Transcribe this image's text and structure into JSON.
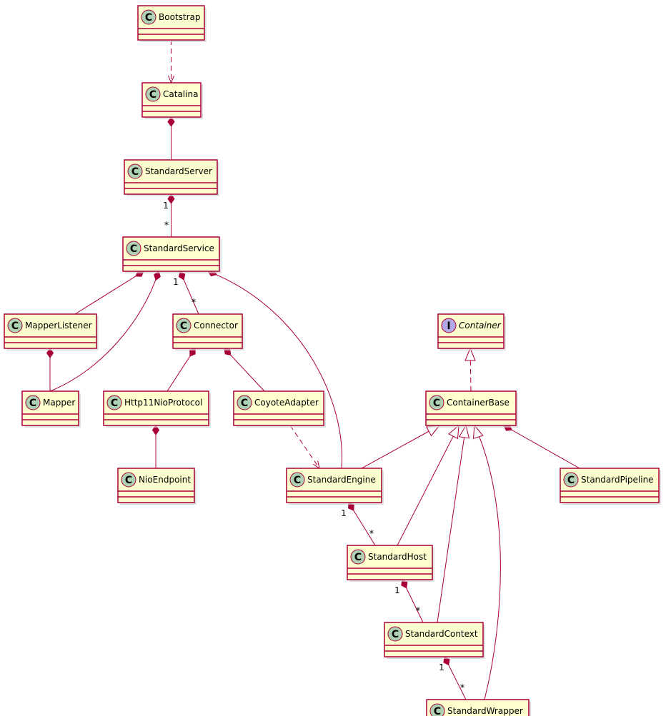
{
  "colors": {
    "class_fill": "#FEFECE",
    "class_border": "#A80036",
    "edge": "#A80036",
    "class_badge": "#ADD1B2",
    "interface_badge": "#B4A7E5",
    "text": "#000000"
  },
  "nodes": [
    {
      "id": "bootstrap",
      "kind": "class",
      "label": "Bootstrap"
    },
    {
      "id": "catalina",
      "kind": "class",
      "label": "Catalina"
    },
    {
      "id": "standard-server",
      "kind": "class",
      "label": "StandardServer"
    },
    {
      "id": "standard-service",
      "kind": "class",
      "label": "StandardService"
    },
    {
      "id": "mapper-listener",
      "kind": "class",
      "label": "MapperListener"
    },
    {
      "id": "connector",
      "kind": "class",
      "label": "Connector"
    },
    {
      "id": "mapper",
      "kind": "class",
      "label": "Mapper"
    },
    {
      "id": "http11-nio-protocol",
      "kind": "class",
      "label": "Http11NioProtocol"
    },
    {
      "id": "coyote-adapter",
      "kind": "class",
      "label": "CoyoteAdapter"
    },
    {
      "id": "nio-endpoint",
      "kind": "class",
      "label": "NioEndpoint"
    },
    {
      "id": "container",
      "kind": "interface",
      "label": "Container"
    },
    {
      "id": "container-base",
      "kind": "class",
      "label": "ContainerBase"
    },
    {
      "id": "standard-engine",
      "kind": "class",
      "label": "StandardEngine"
    },
    {
      "id": "standard-pipeline",
      "kind": "class",
      "label": "StandardPipeline"
    },
    {
      "id": "standard-host",
      "kind": "class",
      "label": "StandardHost"
    },
    {
      "id": "standard-context",
      "kind": "class",
      "label": "StandardContext"
    },
    {
      "id": "standard-wrapper",
      "kind": "class",
      "label": "StandardWrapper"
    }
  ],
  "edges": [
    {
      "id": "bootstrap-catalina",
      "type": "dependency",
      "from": "bootstrap",
      "to": "catalina"
    },
    {
      "id": "catalina-server",
      "type": "composition",
      "from": "catalina",
      "to": "standard-server"
    },
    {
      "id": "server-service",
      "type": "composition",
      "from": "standard-server",
      "to": "standard-service",
      "from_label": "1",
      "to_label": "*"
    },
    {
      "id": "service-mapperlistener",
      "type": "composition",
      "from": "standard-service",
      "to": "mapper-listener"
    },
    {
      "id": "service-mapper",
      "type": "composition",
      "from": "standard-service",
      "to": "mapper"
    },
    {
      "id": "service-connector",
      "type": "composition",
      "from": "standard-service",
      "to": "connector",
      "from_label": "1",
      "to_label": "*"
    },
    {
      "id": "service-engine",
      "type": "composition",
      "from": "standard-service",
      "to": "standard-engine"
    },
    {
      "id": "mapperlistener-mapper",
      "type": "composition",
      "from": "mapper-listener",
      "to": "mapper"
    },
    {
      "id": "connector-http11",
      "type": "composition",
      "from": "connector",
      "to": "http11-nio-protocol"
    },
    {
      "id": "connector-coyote",
      "type": "composition",
      "from": "connector",
      "to": "coyote-adapter"
    },
    {
      "id": "http11-nioendpoint",
      "type": "composition",
      "from": "http11-nio-protocol",
      "to": "nio-endpoint"
    },
    {
      "id": "coyote-engine",
      "type": "dependency",
      "from": "coyote-adapter",
      "to": "standard-engine"
    },
    {
      "id": "containerbase-container",
      "type": "realization",
      "from": "container-base",
      "to": "container"
    },
    {
      "id": "engine-containerbase",
      "type": "generalization",
      "from": "standard-engine",
      "to": "container-base"
    },
    {
      "id": "host-containerbase",
      "type": "generalization",
      "from": "standard-host",
      "to": "container-base"
    },
    {
      "id": "context-containerbase",
      "type": "generalization",
      "from": "standard-context",
      "to": "container-base"
    },
    {
      "id": "wrapper-containerbase",
      "type": "generalization",
      "from": "standard-wrapper",
      "to": "container-base"
    },
    {
      "id": "containerbase-pipeline",
      "type": "composition",
      "from": "container-base",
      "to": "standard-pipeline"
    },
    {
      "id": "engine-host",
      "type": "composition",
      "from": "standard-engine",
      "to": "standard-host",
      "from_label": "1",
      "to_label": "*"
    },
    {
      "id": "host-context",
      "type": "composition",
      "from": "standard-host",
      "to": "standard-context",
      "from_label": "1",
      "to_label": "*"
    },
    {
      "id": "context-wrapper",
      "type": "composition",
      "from": "standard-context",
      "to": "standard-wrapper",
      "from_label": "1",
      "to_label": "*"
    }
  ]
}
